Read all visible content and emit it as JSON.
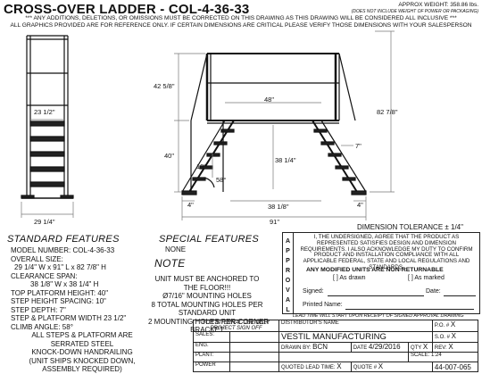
{
  "header": {
    "title": "CROSS-OVER LADDER - COL-4-36-33",
    "approx_weight": "APPROX WEIGHT: 358.86 lbs.",
    "weight_note": "(DOES NOT INCLUDE WEIGHT OF POWER OR PACKAGING)",
    "warning_1": "*** ANY ADDITIONS, DELETIONS, OR OMISSIONS MUST BE CORRECTED ON THIS DRAWING AS THIS DRAWING WILL BE CONSIDERED ALL INCLUSIVE ***",
    "warning_2": "ALL GRAPHICS PROVIDED ARE FOR REFERENCE ONLY. IF CERTAIN DIMENSIONS ARE CRITICAL PLEASE VERIFY THOSE DIMENSIONS WITH YOUR SALESPERSON"
  },
  "dimensions": {
    "side_inner_width": "23 1/2\"",
    "side_outer_width": "29 1/4\"",
    "rail_height": "42 5/8\"",
    "platform_height": "40\"",
    "step_spacing": "10\"",
    "platform_length": "48\"",
    "overall_height": "82 7/8\"",
    "step_depth": "7\"",
    "climb_angle": "58°",
    "step_width_a": "38 1/4\"",
    "step_width_b": "38 1/8\"",
    "foot_width": "4\"",
    "overall_length": "91\""
  },
  "standard_features": {
    "heading": "STANDARD FEATURES",
    "lines": [
      "MODEL NUMBER: COL-4-36-33",
      "OVERALL SIZE:",
      "29 1/4\" W x 91\" L x 82 7/8\" H",
      "CLEARANCE SPAN:",
      "38 1/8\" W x 38 1/4\" H",
      "TOP PLATFORM HEIGHT: 40\"",
      "STEP HEIGHT SPACING: 10\"",
      "STEP DEPTH: 7\"",
      "STEP & PLATFORM WIDTH 23 1/2\"",
      "CLIMB ANGLE: 58°",
      "ALL STEPS & PLATFORM ARE",
      "SERRATED STEEL",
      "KNOCK-DOWN HANDRAILING",
      "(UNIT SHIPS KNOCKED DOWN,",
      "ASSEMBLY REQUIRED)"
    ]
  },
  "special_features": {
    "heading": "SPECIAL FEATURES",
    "value": "NONE"
  },
  "note": {
    "heading": "NOTE",
    "lines": [
      "UNIT MUST BE ANCHORED TO",
      "THE FLOOR!!!",
      "Ø7/16\" MOUNTING HOLES",
      "8 TOTAL MOUNTING HOLES PER",
      "STANDARD UNIT",
      "2 MOUNTING HOLES PER CORNER",
      "BRACKET"
    ]
  },
  "approval": {
    "tolerance": "DIMENSION TOLERANCE ± 1/4\"",
    "side_label": [
      "A",
      "P",
      "P",
      "R",
      "O",
      "V",
      "A",
      "L"
    ],
    "statement": "I, THE UNDERSIGNED, AGREE THAT THE PRODUCT AS REPRESENTED SATISFIES DESIGN AND DIMENSION REQUIREMENTS. I ALSO ACKNOWLEDGE MY DUTY TO CONFIRM PRODUCT AND INSTALLATION COMPLIANCE WITH ALL APPLICABLE FEDERAL, STATE AND LOCAL REGULATIONS AND STANDARDS.",
    "non_returnable": "ANY MODIFIED UNITS ARE NON-RETURNABLE",
    "as_drawn": "[ ] As drawn",
    "as_marked": "[ ] As marked",
    "signed_label": "Signed:",
    "date_label": "Date:",
    "printed_label": "Printed Name:",
    "lead_time": "LEAD TIME WILL START UPON RECEIPT OF SIGNED APPROVAL DRAWING"
  },
  "title_block": {
    "internal_use": "FOR INTERNAL USE ONLY",
    "project_signoff": "PROJECT SIGN OFF",
    "distributors_name": "DISTRIBUTOR'S NAME",
    "po_label": "P.O. #",
    "po_value": "X",
    "rows": [
      {
        "label": "SALES:",
        "val": ""
      },
      {
        "label": "ENG.",
        "val": ""
      },
      {
        "label": "PLANT:",
        "val": ""
      },
      {
        "label": "POWER",
        "val": ""
      }
    ],
    "company": "VESTIL MANUFACTURING",
    "so_label": "S.O. #",
    "so_value": "X",
    "drawn_by_label": "DRAWN BY:",
    "drawn_by": "BCN",
    "date_label": "DATE",
    "date": "4/29/2016",
    "qty_label": "QTY",
    "qty": "X",
    "rev_label": "REV:",
    "rev": "X",
    "scale_label": "SCALE: 1:24",
    "quote_label": "QUOTE #",
    "quote": "X",
    "lead_label": "QUOTED LEAD TIME:",
    "lead": "X",
    "drawing_no": "44-007-065"
  }
}
